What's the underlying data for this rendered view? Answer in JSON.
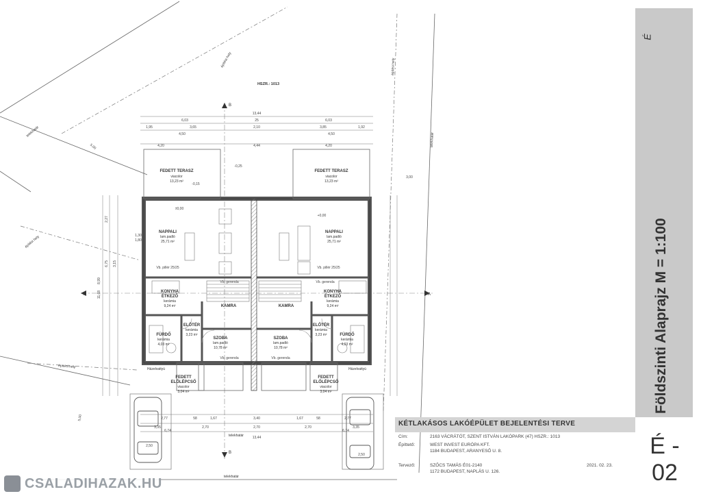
{
  "sheet": {
    "title": "Földszinti Alaprajz  M = 1:100",
    "number": "É - 02",
    "north_letter": "É"
  },
  "title_block": {
    "project": "KÉTLAKÁSOS LAKÓÉPÜLET BEJELENTÉSI TERVE",
    "address_label": "Cím:",
    "address": "2163 VÁCRÁTÓT, SZENT ISTVÁN LAKÓPARK (47) HSZR.: 1013",
    "builder_label": "Építtető:",
    "builder_name": "WEST INVEST EURÓPA KFT.",
    "builder_address": "1184 BUDAPEST, ARANYESŐ U. 8.",
    "designer_label": "Tervező:",
    "designer_name": "SZŐCS TAMÁS",
    "designer_code": "É01-2140",
    "designer_address": "1172 BUDAPEST, NAPLÁS U. 126.",
    "date": "2021. 02. 23."
  },
  "site": {
    "parcel": "HSZR.: 1013",
    "boundary": "telekhatár",
    "building_area": "építési hely",
    "section_a": "A",
    "section_b": "B",
    "curb": "Házelvattyú"
  },
  "rooms": {
    "terrace_left": {
      "name": "FEDETT TERASZ",
      "finish": "viacolor",
      "area": "13,23 m²"
    },
    "terrace_right": {
      "name": "FEDETT TERASZ",
      "finish": "viacolor",
      "area": "13,23 m²"
    },
    "living_left": {
      "name": "NAPPALI",
      "finish": "lam.padló",
      "area": "25,71 m²"
    },
    "living_right": {
      "name": "NAPPALI",
      "finish": "lam.padló",
      "area": "25,71 m²"
    },
    "kitchen_left": {
      "name": "KONYHA",
      "name2": "ÉTKEZŐ",
      "finish": "kerámia",
      "area": "9,24 m²"
    },
    "kitchen_right": {
      "name": "KONYHA",
      "name2": "ÉTKEZŐ",
      "finish": "kerámia",
      "area": "9,24 m²"
    },
    "pantry_left": {
      "name": "KAMRA"
    },
    "pantry_right": {
      "name": "KAMRA"
    },
    "hall_left": {
      "name": "ELŐTÉR",
      "finish": "kerámia",
      "area": "3,23 m²"
    },
    "hall_right": {
      "name": "ELŐTÉR",
      "finish": "kerámia",
      "area": "3,23 m²"
    },
    "bath_left": {
      "name": "FÜRDŐ",
      "finish": "kerámia",
      "area": "4,03 m²"
    },
    "bath_right": {
      "name": "FÜRDŐ",
      "finish": "kerámia",
      "area": "4,03 m²"
    },
    "room_left": {
      "name": "SZOBA",
      "finish": "lam.padló",
      "area": "10,78 m²"
    },
    "room_right": {
      "name": "SZOBA",
      "finish": "lam.padló",
      "area": "10,78 m²"
    },
    "entry_left": {
      "name": "FEDETT",
      "name2": "ELŐLÉPCSŐ",
      "finish": "viacolor",
      "area": "3,04 m²"
    },
    "entry_right": {
      "name": "FEDETT",
      "name2": "ELŐLÉPCSŐ",
      "finish": "viacolor",
      "area": "3,04 m²"
    }
  },
  "dimensions": {
    "total_width": "13,44",
    "half_width": "4,50",
    "terrace_width": "4,20",
    "gap_width": "4,44",
    "top_chain": [
      "6,03",
      "25",
      "6,03"
    ],
    "second_chain": [
      "1,95",
      "3,65",
      "2,10",
      "3,85",
      "1,92"
    ],
    "bottom_chain": [
      "2,77",
      "58",
      "1,67",
      "3,40",
      "1,67",
      "58",
      "2,77"
    ],
    "bottom_chain2": [
      "3,35",
      "2,70",
      "2,70",
      "2,70",
      "3,35"
    ],
    "bottom_total": "13,44",
    "bottom_sub": "6,74",
    "left_height": "11,68",
    "left_chain": [
      "2,27",
      "6,75",
      "3,15",
      "8,99",
      "1,30",
      "1,80"
    ],
    "setback_top": "5,00",
    "setback_bottom": "5,00",
    "setback_right": "3,00",
    "parking_width": "2,50",
    "levels": [
      "±0,00",
      "-0,25",
      "-0,15",
      "+0,00"
    ],
    "beam_label": "Vb. gerenda",
    "pillar_label": "Vb. pillér 25/25"
  },
  "colors": {
    "line": "#555555",
    "wall": "#7a7a7a",
    "side_band": "#c9c9c9",
    "title_band": "#d4d4d4"
  },
  "watermark": {
    "text": "CSALADIHAZAK.HU"
  }
}
